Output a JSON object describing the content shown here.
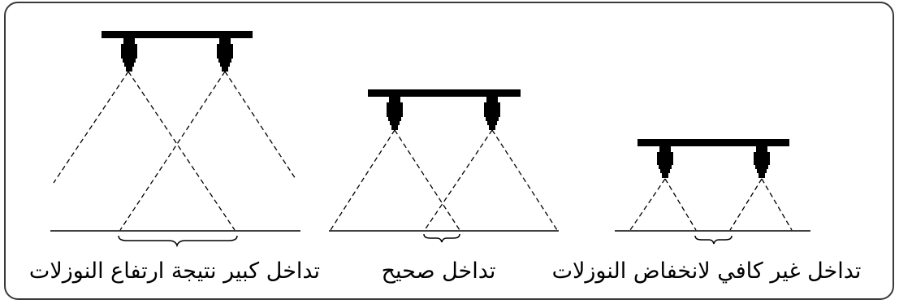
{
  "panels": [
    {
      "caption": "تداخل كبير نتيجة ارتفاع النوزلات"
    },
    {
      "caption": "تداخل صحيح"
    },
    {
      "caption": "تداخل غير كافي لانخفاض النوزلات"
    }
  ],
  "colors": {
    "ink": "#000000",
    "background": "#ffffff",
    "frame": "#3a3a3a"
  }
}
